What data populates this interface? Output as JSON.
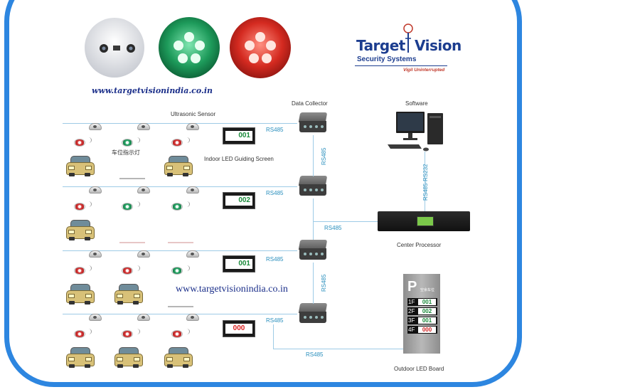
{
  "website_italic": "www.targetvisionindia.co.in",
  "website_plain": "www.targetvisionindia.co.in",
  "logo": {
    "brand_word1": "Target",
    "brand_word2": "Vision",
    "subtitle": "Security Systems",
    "tagline": "Vigil Uninterrupted"
  },
  "labels": {
    "ultrasonic_sensor": "Ultrasonic Sensor",
    "indicator_cn": "车位指示灯",
    "indoor_led": "Indoor LED Guiding Screen",
    "data_collector": "Data Collector",
    "software": "Software",
    "center_processor": "Center Processor",
    "outdoor_led": "Outdoor LED Board"
  },
  "links": {
    "rs485": "RS485",
    "rs485_rs232": "RS485-RS232"
  },
  "indoor_screens": [
    {
      "value": "001",
      "color": "green"
    },
    {
      "value": "002",
      "color": "green"
    },
    {
      "value": "001",
      "color": "green"
    },
    {
      "value": "000",
      "color": "red"
    }
  ],
  "outdoor_board": {
    "letter": "P",
    "caption": "空余车位",
    "rows": [
      {
        "floor": "1F",
        "value": "001",
        "color": "#1a8a3a"
      },
      {
        "floor": "2F",
        "value": "002",
        "color": "#1a8a3a"
      },
      {
        "floor": "3F",
        "value": "001",
        "color": "#1a8a3a"
      },
      {
        "floor": "4F",
        "value": "000",
        "color": "#d22222"
      }
    ]
  },
  "colors": {
    "frame": "#2d86e0",
    "bus_line": "#9ecbe6",
    "bus_text": "#2a8fbd",
    "brand": "#1c3d8f"
  }
}
